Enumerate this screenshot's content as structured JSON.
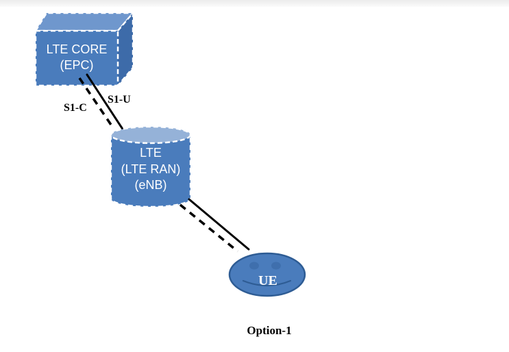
{
  "diagram": {
    "caption": "Option-1",
    "nodes": {
      "lte_core": {
        "name": "LTE CORE (EPC)",
        "shape": "cube",
        "lines": [
          "LTE CORE",
          "(EPC)"
        ],
        "front_fill": "#4a7cbc",
        "top_fill": "#6f97cd",
        "side_fill": "#3d6ba9",
        "outline": "#ffffff",
        "outline_style": "dashed"
      },
      "lte_ran": {
        "name": "LTE (LTE RAN) (eNB)",
        "shape": "cylinder",
        "lines": [
          "LTE",
          "(LTE RAN)",
          "(eNB)"
        ],
        "body_fill": "#4a7cbc",
        "top_fill": "#95b2d8",
        "outline": "#ffffff",
        "outline_style": "dashed"
      },
      "ue": {
        "name": "UE",
        "shape": "smiley-ellipse",
        "label": "UE",
        "fill": "#4a7cbc",
        "stroke": "#2e5c94",
        "feature_fill": "#3f6fad",
        "smile_stroke": "#2e5c94"
      }
    },
    "links": {
      "s1_u": {
        "label": "S1-U",
        "style": "solid",
        "from": "LTE CORE (EPC)",
        "to": "LTE (LTE RAN) (eNB)",
        "color": "#000000"
      },
      "s1_c": {
        "label": "S1-C",
        "style": "dashed",
        "from": "LTE CORE (EPC)",
        "to": "LTE (LTE RAN) (eNB)",
        "color": "#000000"
      },
      "ran_ue_solid": {
        "label": "",
        "style": "solid",
        "from": "LTE (LTE RAN) (eNB)",
        "to": "UE",
        "color": "#000000"
      },
      "ran_ue_dashed": {
        "label": "",
        "style": "dashed",
        "from": "LTE (LTE RAN) (eNB)",
        "to": "UE",
        "color": "#000000"
      }
    },
    "colors": {
      "background": "#ffffff",
      "node_text": "#ffffff",
      "label_text": "#000000",
      "link_line": "#000000",
      "node_outline": "#ffffff"
    }
  }
}
